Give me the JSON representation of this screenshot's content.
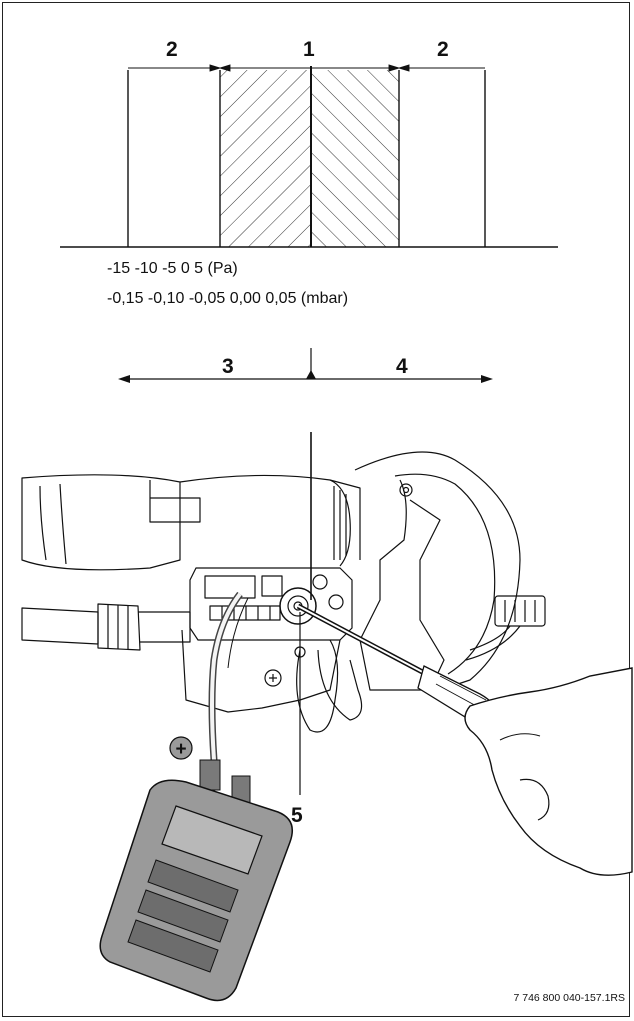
{
  "figure": {
    "callouts": {
      "zone_center": "1",
      "zone_left": "2",
      "zone_right": "2",
      "dir_left": "3",
      "dir_right": "4",
      "adjust_screw": "5"
    },
    "scale_pa": "-15 -10 -5 0 5 (Pa)",
    "scale_mbar": "-0,15 -0,10 -0,05 0,00 0,05 (mbar)",
    "meter_plus": "+",
    "reference_code": "7 746 800 040-157.1RS"
  },
  "colors": {
    "line": "#111111",
    "meter_body": "#9a9a9a",
    "meter_dark": "#6d6d6d",
    "hatch": "#333333"
  }
}
